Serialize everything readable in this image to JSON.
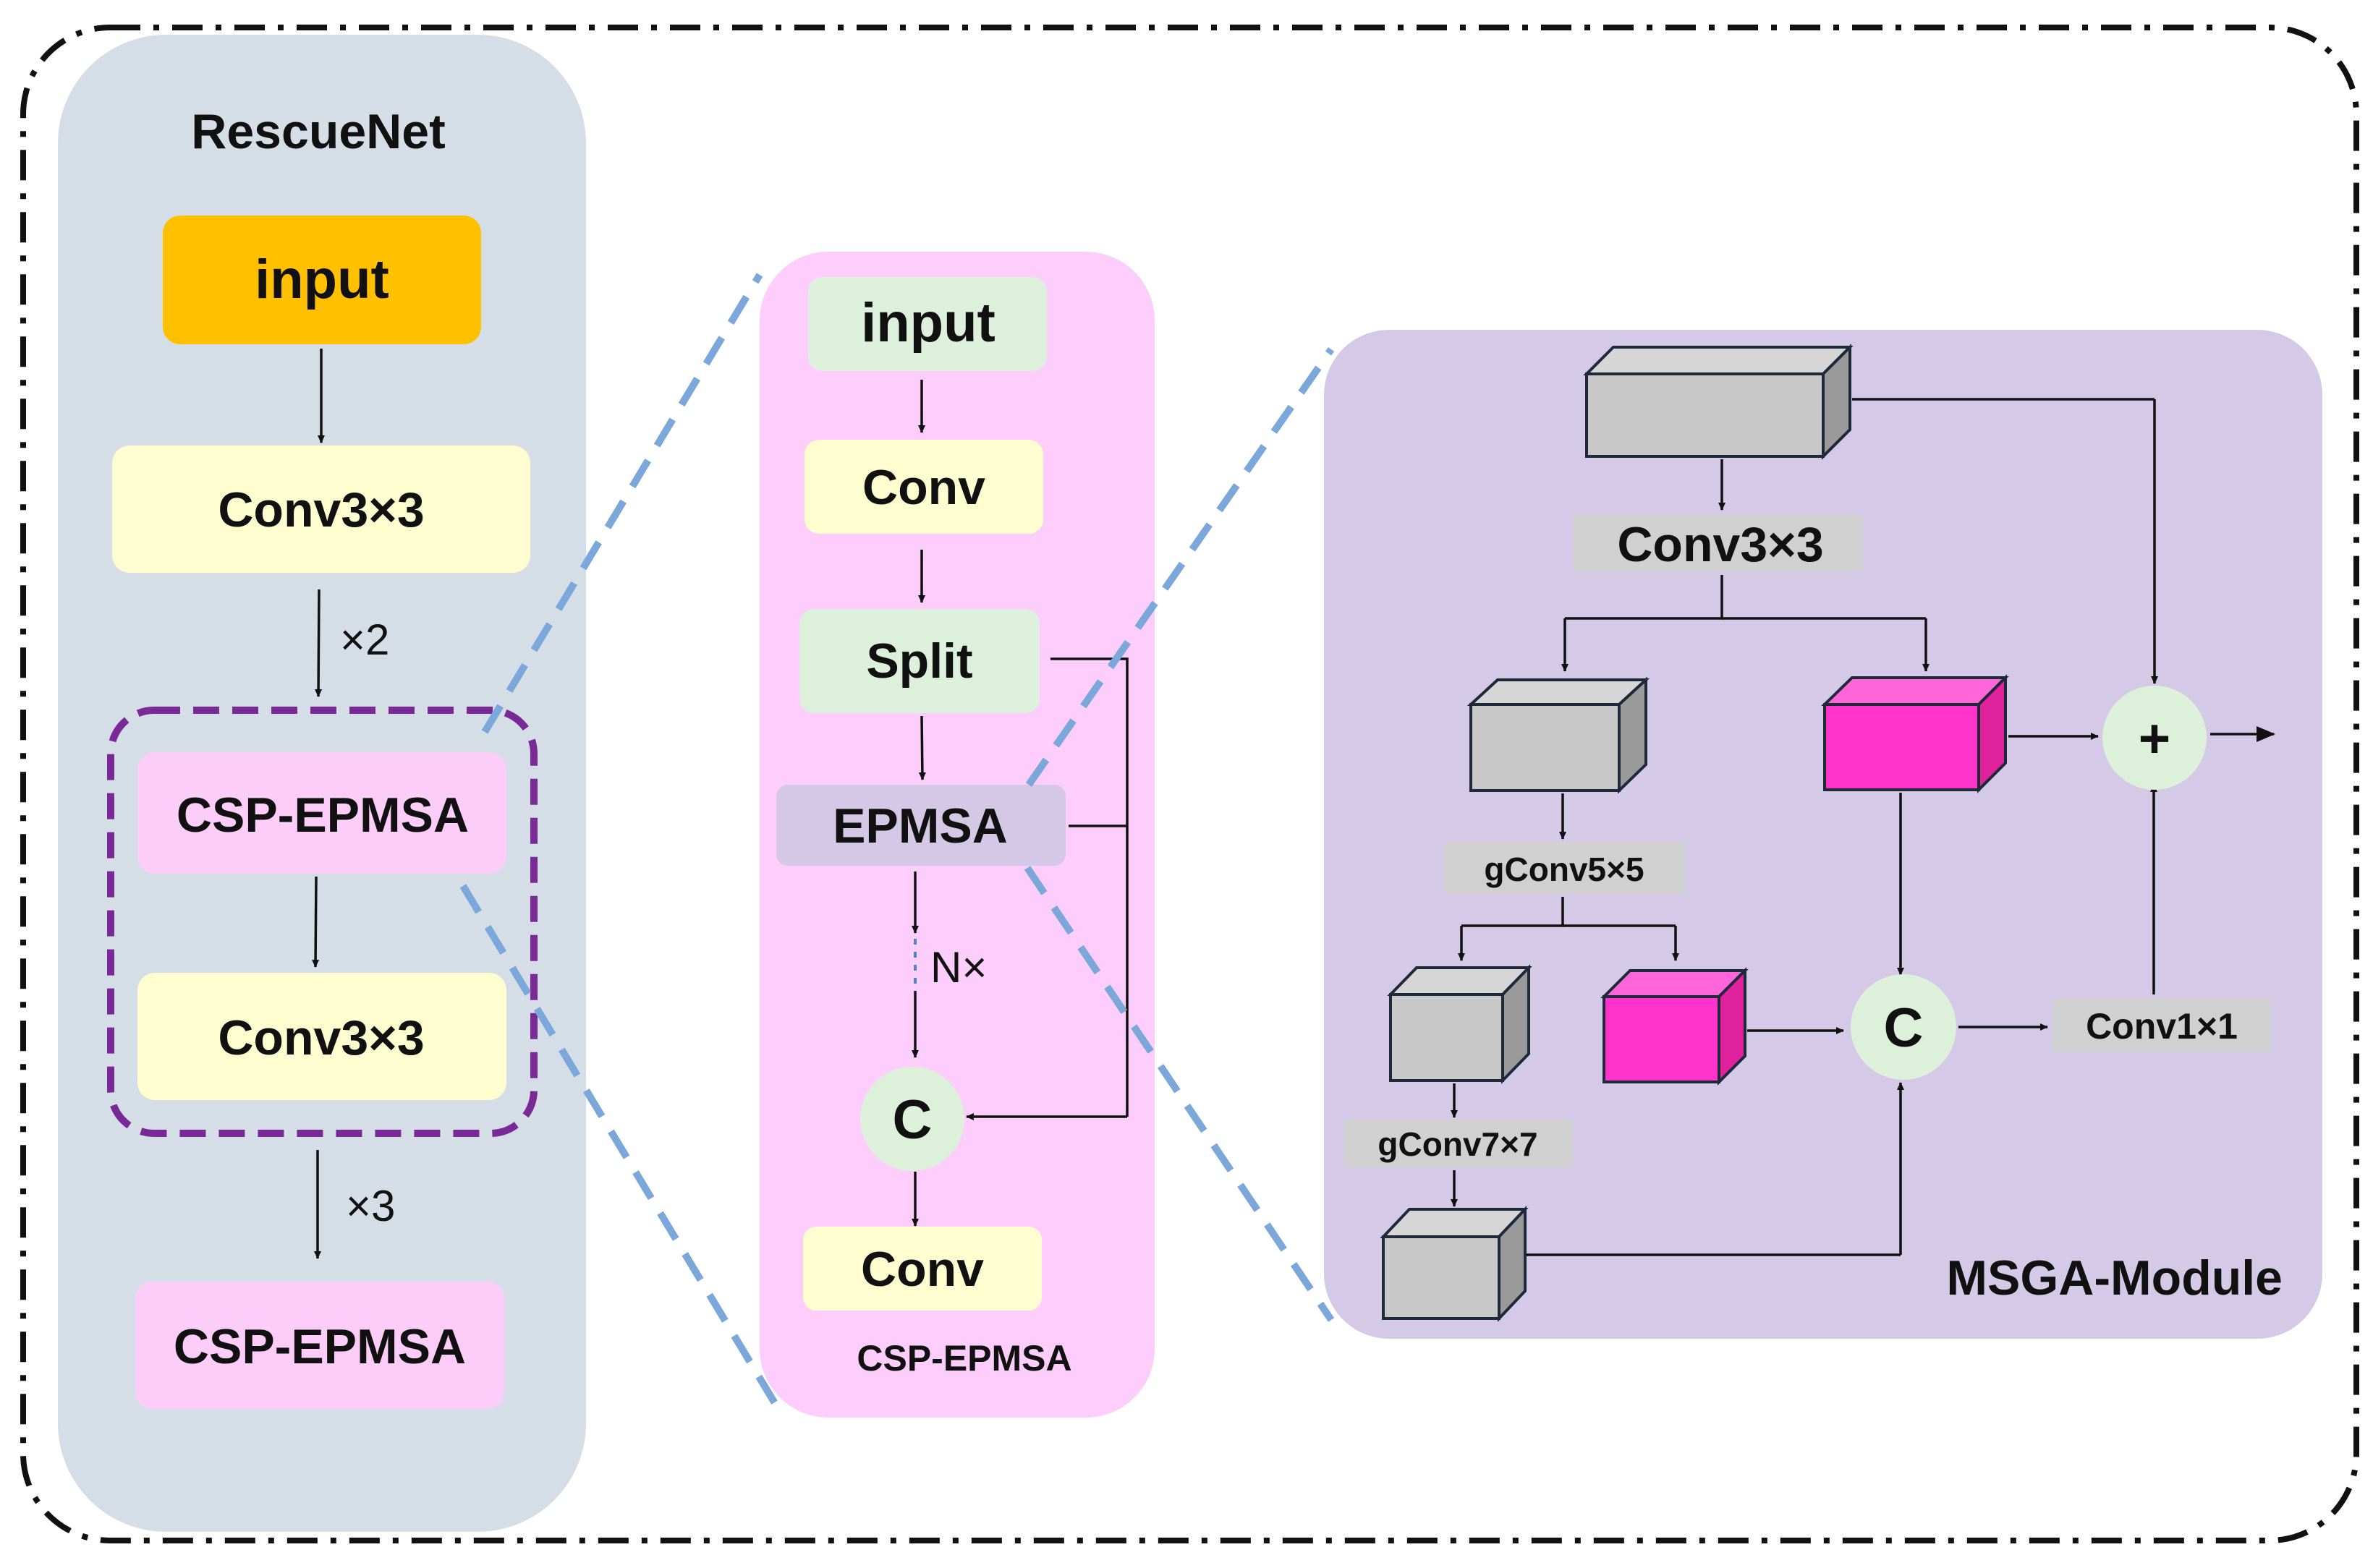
{
  "colors": {
    "outer_border": "#111111",
    "rescuenet_panel": "#d5dde6",
    "input_orange": "#ffc000",
    "conv_yellow": "#fdfdcf",
    "csp_pink": "#fccdf8",
    "csp_panel": "#fdcdfb",
    "input_green": "#dcf0dc",
    "epmsa_purple": "#d4c8e6",
    "msga_panel": "#d4c9e6",
    "label_grey": "#d0d0d0",
    "cube_grey": "#c8c8c8",
    "cube_magenta": "#ff33cc",
    "circle_green": "#ddf0da",
    "dashed_purple": "#7a2a96",
    "zoom_dash_blue": "#7ba7da"
  },
  "rescuenet": {
    "title": "RescueNet",
    "input": "input",
    "conv1": "Conv3×3",
    "repeat2": "×2",
    "csp1": "CSP-EPMSA",
    "conv2": "Conv3×3",
    "repeat3": "×3",
    "csp2": "CSP-EPMSA"
  },
  "csp_epmsa": {
    "input": "input",
    "conv_top": "Conv",
    "split": "Split",
    "epmsa": "EPMSA",
    "n_times": "N×",
    "concat": "C",
    "conv_bottom": "Conv",
    "caption": "CSP-EPMSA"
  },
  "msga": {
    "conv3": "Conv3×3",
    "gconv5": "gConv5×5",
    "gconv7": "gConv7×7",
    "concat": "C",
    "conv1": "Conv1×1",
    "plus": "+",
    "caption": "MSGA-Module"
  }
}
